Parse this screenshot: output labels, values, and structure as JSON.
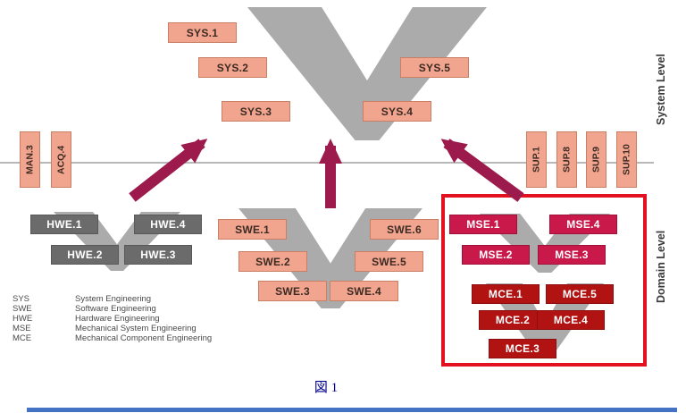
{
  "caption": "図 1",
  "side_labels": {
    "system": "System Level",
    "domain": "Domain Level"
  },
  "system_v": {
    "boxes": [
      "SYS.1",
      "SYS.2",
      "SYS.3",
      "SYS.4",
      "SYS.5"
    ]
  },
  "left_tabs": [
    "MAN.3",
    "ACQ.4"
  ],
  "right_tabs": [
    "SUP.1",
    "SUP.8",
    "SUP.9",
    "SUP.10"
  ],
  "hwe_v": {
    "boxes": [
      "HWE.1",
      "HWE.2",
      "HWE.3",
      "HWE.4"
    ]
  },
  "swe_v": {
    "boxes": [
      "SWE.1",
      "SWE.2",
      "SWE.3",
      "SWE.4",
      "SWE.5",
      "SWE.6"
    ]
  },
  "mse_v": {
    "boxes": [
      "MSE.1",
      "MSE.2",
      "MSE.3",
      "MSE.4"
    ]
  },
  "mce_v": {
    "boxes": [
      "MCE.1",
      "MCE.2",
      "MCE.3",
      "MCE.4",
      "MCE.5"
    ]
  },
  "legend": [
    {
      "abbr": "SYS",
      "name": "System Engineering"
    },
    {
      "abbr": "SWE",
      "name": "Software Engineering"
    },
    {
      "abbr": "HWE",
      "name": "Hardware Engineering"
    },
    {
      "abbr": "MSE",
      "name": "Mechanical System Engineering"
    },
    {
      "abbr": "MCE",
      "name": "Mechanical Component Engineering"
    }
  ],
  "colors": {
    "salmon": "#f1a48e",
    "gray_v": "#ababab",
    "dark_gray_box": "#6b6b6b",
    "mse_box": "#c9184a",
    "mce_box": "#b11212",
    "arrow": "#9c1a4c",
    "highlight_frame": "#e3101f",
    "bottom_bar": "#4472c4"
  }
}
